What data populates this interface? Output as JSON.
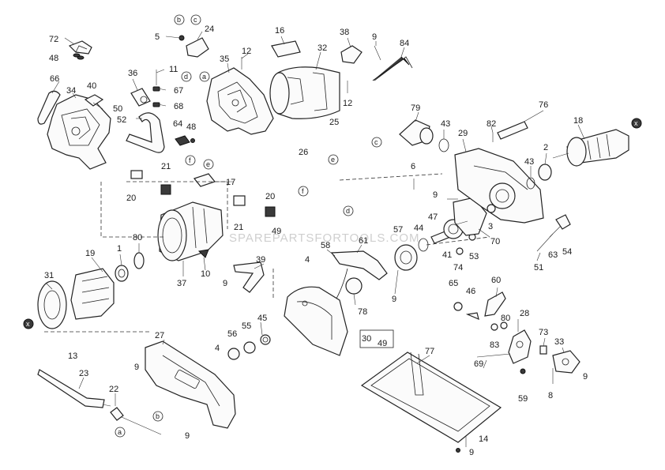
{
  "watermark": "SPAREPARTSFORTOOLS.COM",
  "callouts": {
    "n72": "72",
    "n48a": "48",
    "n66": "66",
    "n34": "34",
    "n40": "40",
    "n50": "50",
    "n36": "36",
    "n11": "11",
    "n67": "67",
    "n68": "68",
    "n52": "52",
    "n64": "64",
    "n48b": "48",
    "n5": "5",
    "n24": "24",
    "n35": "35",
    "n12a": "12",
    "n16": "16",
    "n32": "32",
    "n38": "38",
    "n9a": "9",
    "n12b": "12",
    "n84": "84",
    "n25": "25",
    "n79": "79",
    "n43a": "43",
    "n29": "29",
    "n82": "82",
    "n76": "76",
    "n18": "18",
    "n2": "2",
    "n43b": "43",
    "n6": "6",
    "n26": "26",
    "n9b": "9",
    "n3": "3",
    "n70": "70",
    "n47": "47",
    "n44": "44",
    "n57": "57",
    "n41": "41",
    "n74": "74",
    "n53": "53",
    "n17": "17",
    "n21a": "21",
    "n20a": "20",
    "n21b": "21",
    "n20b": "20",
    "n49": "49",
    "n80a": "80",
    "n1": "1",
    "n19": "19",
    "n37": "37",
    "n10": "10",
    "n39": "39",
    "n4a": "4",
    "n58": "58",
    "n61": "61",
    "n31": "31",
    "n9c": "9",
    "n78": "78",
    "n9d": "9",
    "n51": "51",
    "n63": "63",
    "n54": "54",
    "n65": "65",
    "n46": "46",
    "n60": "60",
    "n28": "28",
    "n80b": "80",
    "n83": "83",
    "n73": "73",
    "n33": "33",
    "n9e": "9",
    "n13": "13",
    "n27": "27",
    "n4b": "4",
    "n56": "56",
    "n55": "55",
    "n45": "45",
    "n30": "30",
    "n49b": "49",
    "n77": "77",
    "n69": "69",
    "n59": "59",
    "n8": "8",
    "n23": "23",
    "n9f": "9",
    "n22": "22",
    "n9g": "9",
    "n14": "14",
    "n9h": "9"
  },
  "letters": {
    "b1": "b",
    "c1": "c",
    "d1": "d",
    "a1": "a",
    "c2": "c",
    "e1": "e",
    "f1": "f",
    "d2": "d",
    "e2": "e",
    "f2": "f",
    "b2": "b",
    "a2": "a"
  }
}
